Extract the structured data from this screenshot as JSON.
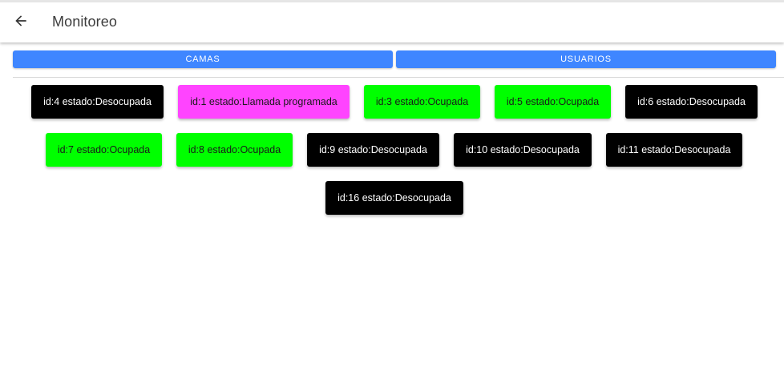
{
  "appbar": {
    "title": "Monitoreo",
    "back_icon": "arrow-back-icon"
  },
  "tabs": [
    {
      "label": "CAMAS"
    },
    {
      "label": "USUARIOS"
    }
  ],
  "colors": {
    "desocupada": "#000000",
    "ocupada": "#00ff00",
    "llamada_programada": "#ff44ff",
    "tab_blue": "#3f86ff"
  },
  "beds": [
    {
      "label": "id:4 estado:Desocupada",
      "status": "Desocupada"
    },
    {
      "label": "id:1 estado:Llamada programada",
      "status": "Llamada programada"
    },
    {
      "label": "id:3 estado:Ocupada",
      "status": "Ocupada"
    },
    {
      "label": "id:5 estado:Ocupada",
      "status": "Ocupada"
    },
    {
      "label": "id:6 estado:Desocupada",
      "status": "Desocupada"
    },
    {
      "label": "id:7 estado:Ocupada",
      "status": "Ocupada"
    },
    {
      "label": "id:8 estado:Ocupada",
      "status": "Ocupada"
    },
    {
      "label": "id:9 estado:Desocupada",
      "status": "Desocupada"
    },
    {
      "label": "id:10 estado:Desocupada",
      "status": "Desocupada"
    },
    {
      "label": "id:11 estado:Desocupada",
      "status": "Desocupada"
    },
    {
      "label": "id:16 estado:Desocupada",
      "status": "Desocupada"
    }
  ]
}
